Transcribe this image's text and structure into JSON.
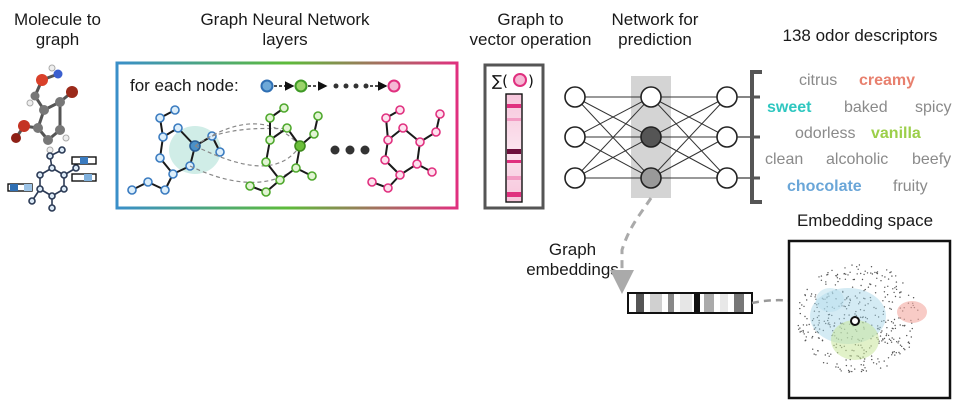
{
  "labels": {
    "molecule_to_graph": [
      "Molecule to",
      "graph"
    ],
    "gnn_layers": [
      "Graph Neural Network",
      "layers"
    ],
    "graph_to_vector": [
      "Graph to",
      "vector operation"
    ],
    "network_prediction": [
      "Network for",
      "prediction"
    ],
    "odor_count": "138 odor descriptors",
    "for_each_node": "for each node:",
    "graph_embeddings": [
      "Graph",
      "embeddings"
    ],
    "embedding_space": "Embedding space",
    "sum_symbol": "∑("
  },
  "descriptors": [
    {
      "text": "citrus",
      "color": "#8a8a8a",
      "bold": false
    },
    {
      "text": "creamy",
      "color": "#e8806e",
      "bold": true
    },
    {
      "text": "sweet",
      "color": "#2fc7c0",
      "bold": true
    },
    {
      "text": "baked",
      "color": "#8a8a8a",
      "bold": false
    },
    {
      "text": "spicy",
      "color": "#8a8a8a",
      "bold": false
    },
    {
      "text": "odorless",
      "color": "#8a8a8a",
      "bold": false
    },
    {
      "text": "vanilla",
      "color": "#9ccf4a",
      "bold": true
    },
    {
      "text": "clean",
      "color": "#8a8a8a",
      "bold": false
    },
    {
      "text": "alcoholic",
      "color": "#8a8a8a",
      "bold": false
    },
    {
      "text": "beefy",
      "color": "#8a8a8a",
      "bold": false
    },
    {
      "text": "chocolate",
      "color": "#6aa6d8",
      "bold": true
    },
    {
      "text": "fruity",
      "color": "#8a8a8a",
      "bold": false
    }
  ],
  "colors": {
    "blue": "#4a90c8",
    "green": "#6cbf3a",
    "pink": "#e0307f",
    "gray": "#555555"
  }
}
